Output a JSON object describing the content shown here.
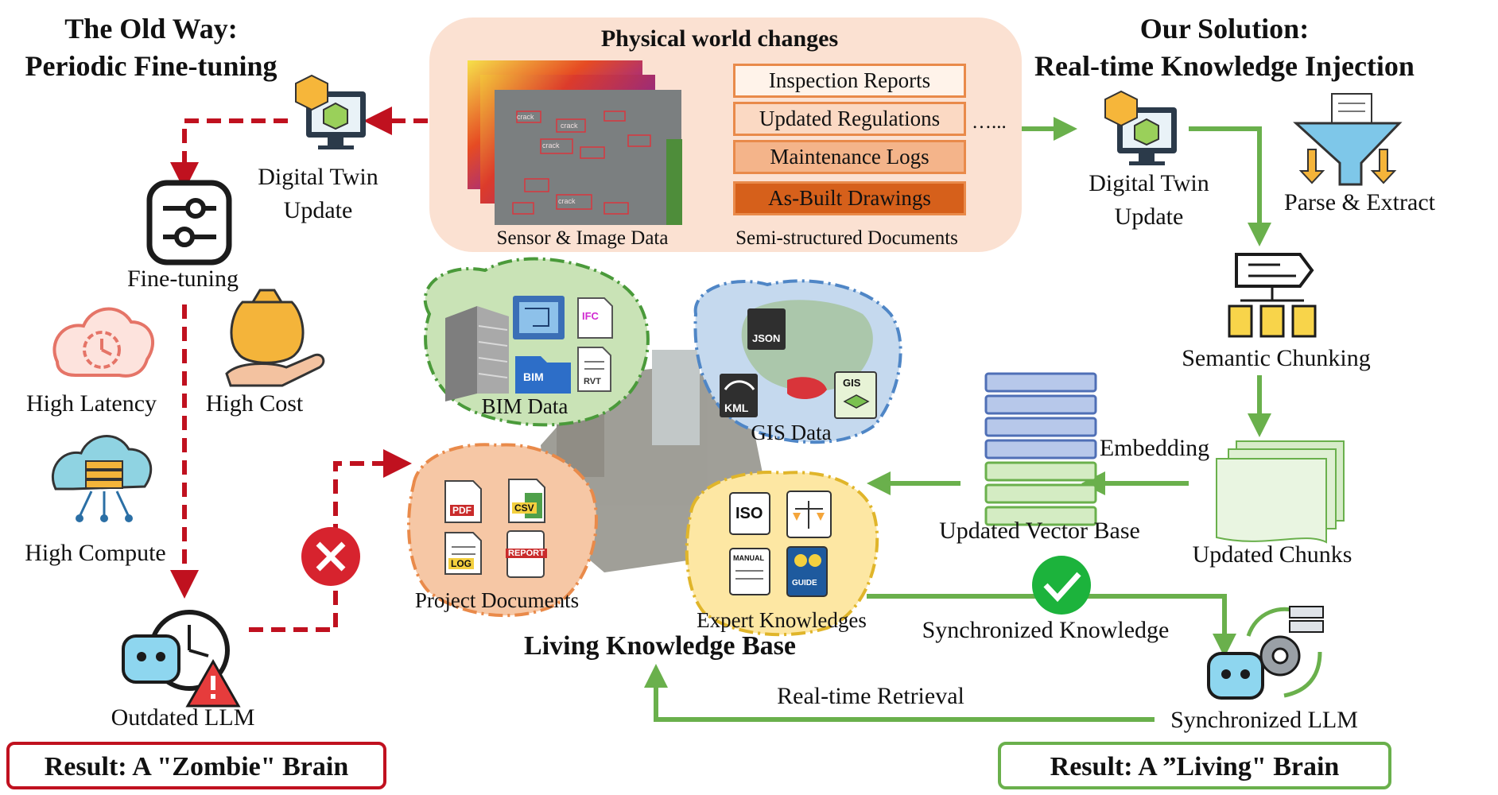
{
  "old_way": {
    "title_line1": "The Old Way:",
    "title_line2": "Periodic Fine-tuning",
    "twin_update_line1": "Digital Twin",
    "twin_update_line2": "Update",
    "fine_tuning": "Fine-tuning",
    "high_latency": "High Latency",
    "high_cost": "High Cost",
    "high_compute": "High Compute",
    "outdated_llm": "Outdated LLM",
    "result": "Result: A \"Zombie\" Brain"
  },
  "physical": {
    "title": "Physical world changes",
    "sensor_label": "Sensor & Image Data",
    "crack_tag": "crack",
    "docs_label": "Semi-structured Documents",
    "ellipsis": "…...",
    "doc_items": [
      "Inspection Reports",
      "Updated Regulations",
      "Maintenance Logs",
      "As-Built Drawings"
    ]
  },
  "solution": {
    "title_line1": "Our Solution:",
    "title_line2": "Real-time Knowledge Injection",
    "twin_update_line1": "Digital Twin",
    "twin_update_line2": "Update",
    "parse_extract": "Parse & Extract",
    "semantic_chunking": "Semantic Chunking",
    "embedding": "Embedding",
    "updated_chunks": "Updated Chunks",
    "updated_vector_base": "Updated Vector Base",
    "synchronized_knowledge": "Synchronized Knowledge",
    "synchronized_llm": "Synchronized LLM",
    "real_time_retrieval": "Real-time Retrieval",
    "result": "Result: A ”Living\" Brain"
  },
  "knowledge_base": {
    "title": "Living Knowledge Base",
    "bim": "BIM Data",
    "gis": "GIS Data",
    "project_docs": "Project Documents",
    "expert": "Expert Knowledges",
    "file_tags": {
      "ifc": "IFC",
      "bim": "BIM",
      "rvt": "RVT",
      "json": "JSON",
      "kml": "KML",
      "gis": "GIS",
      "pdf": "PDF",
      "csv": "CSV",
      "log": "LOG",
      "report": "REPORT",
      "iso": "ISO",
      "manual": "MANUAL",
      "guide": "GUIDE"
    }
  },
  "colors": {
    "red": "#c0111f",
    "green": "#6ab04c",
    "orange": "#e98a4a",
    "peach": "#fbe1d2"
  }
}
